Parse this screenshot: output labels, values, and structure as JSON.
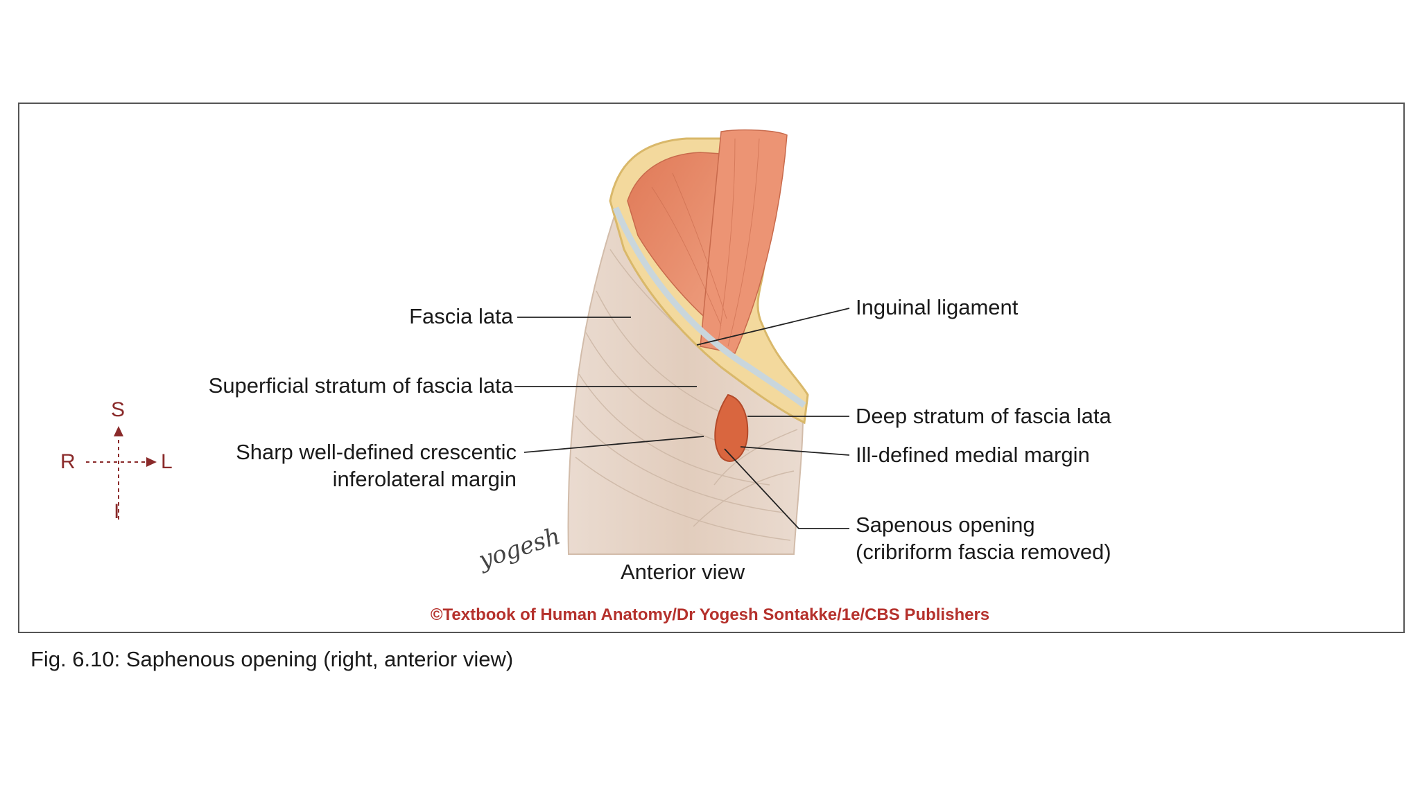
{
  "labels": {
    "fascia_lata": "Fascia lata",
    "superficial_stratum": "Superficial stratum of fascia lata",
    "crescentic_margin_line1": "Sharp well-defined crescentic",
    "crescentic_margin_line2": "inferolateral margin",
    "inguinal_ligament": "Inguinal ligament",
    "deep_stratum": "Deep stratum of fascia lata",
    "medial_margin": "Ill-defined medial margin",
    "saphenous_opening_line1": "Sapenous opening",
    "saphenous_opening_line2": "(cribriform fascia removed)",
    "view": "Anterior view"
  },
  "orientation": {
    "superior": "S",
    "inferior": "I",
    "right": "R",
    "left": "L"
  },
  "signature": "yogesh",
  "copyright": "©Textbook of Human Anatomy/Dr Yogesh Sontakke/1e/CBS Publishers",
  "caption": "Fig. 6.10: Saphenous opening (right, anterior view)",
  "colors": {
    "fascia": "#e9d9cb",
    "muscle": "#e8896a",
    "bone": "#f2d79a",
    "opening": "#d9653f",
    "copyright": "#b5312c",
    "orientation": "#8a2a2a"
  }
}
